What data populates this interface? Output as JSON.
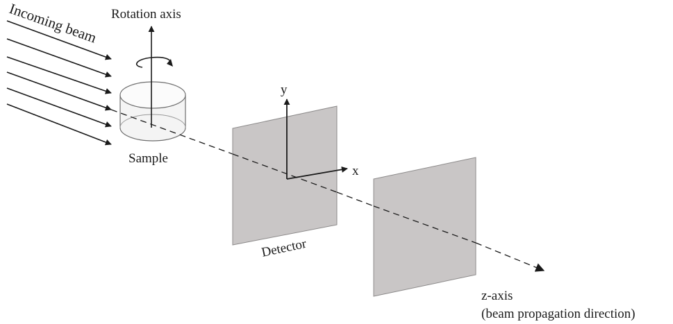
{
  "labels": {
    "incoming_beam": "Incoming beam",
    "rotation_axis": "Rotation axis",
    "sample": "Sample",
    "detector": "Detector",
    "y_axis": "y",
    "x_axis": "x",
    "z_axis": "z-axis",
    "z_axis_note": "(beam propagation direction)"
  },
  "colors": {
    "ink": "#1a1a1a",
    "detector_fill": "#c9c6c6",
    "detector_edge": "#8c8a8a",
    "sample_fill": "#f4f4f4"
  },
  "icons": {
    "rotation": "curved-rotation-arrow-icon"
  }
}
